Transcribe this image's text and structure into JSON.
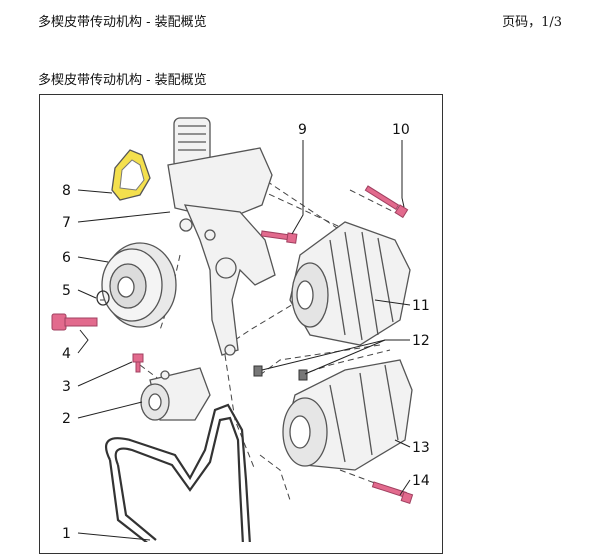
{
  "header": {
    "title": "多楔皮带传动机构 - 装配概览",
    "page": "页码，1/3"
  },
  "section": {
    "title": "多楔皮带传动机构 - 装配概览"
  },
  "figure": {
    "callouts": [
      "1",
      "2",
      "3",
      "4",
      "5",
      "6",
      "7",
      "8",
      "9",
      "10",
      "11",
      "12",
      "13",
      "14"
    ],
    "colors": {
      "part_fill": "#f2f2f2",
      "part_stroke": "#555555",
      "bolt": "#e26a8d",
      "gasket": "#f4e04d",
      "belt": "#333333"
    }
  }
}
